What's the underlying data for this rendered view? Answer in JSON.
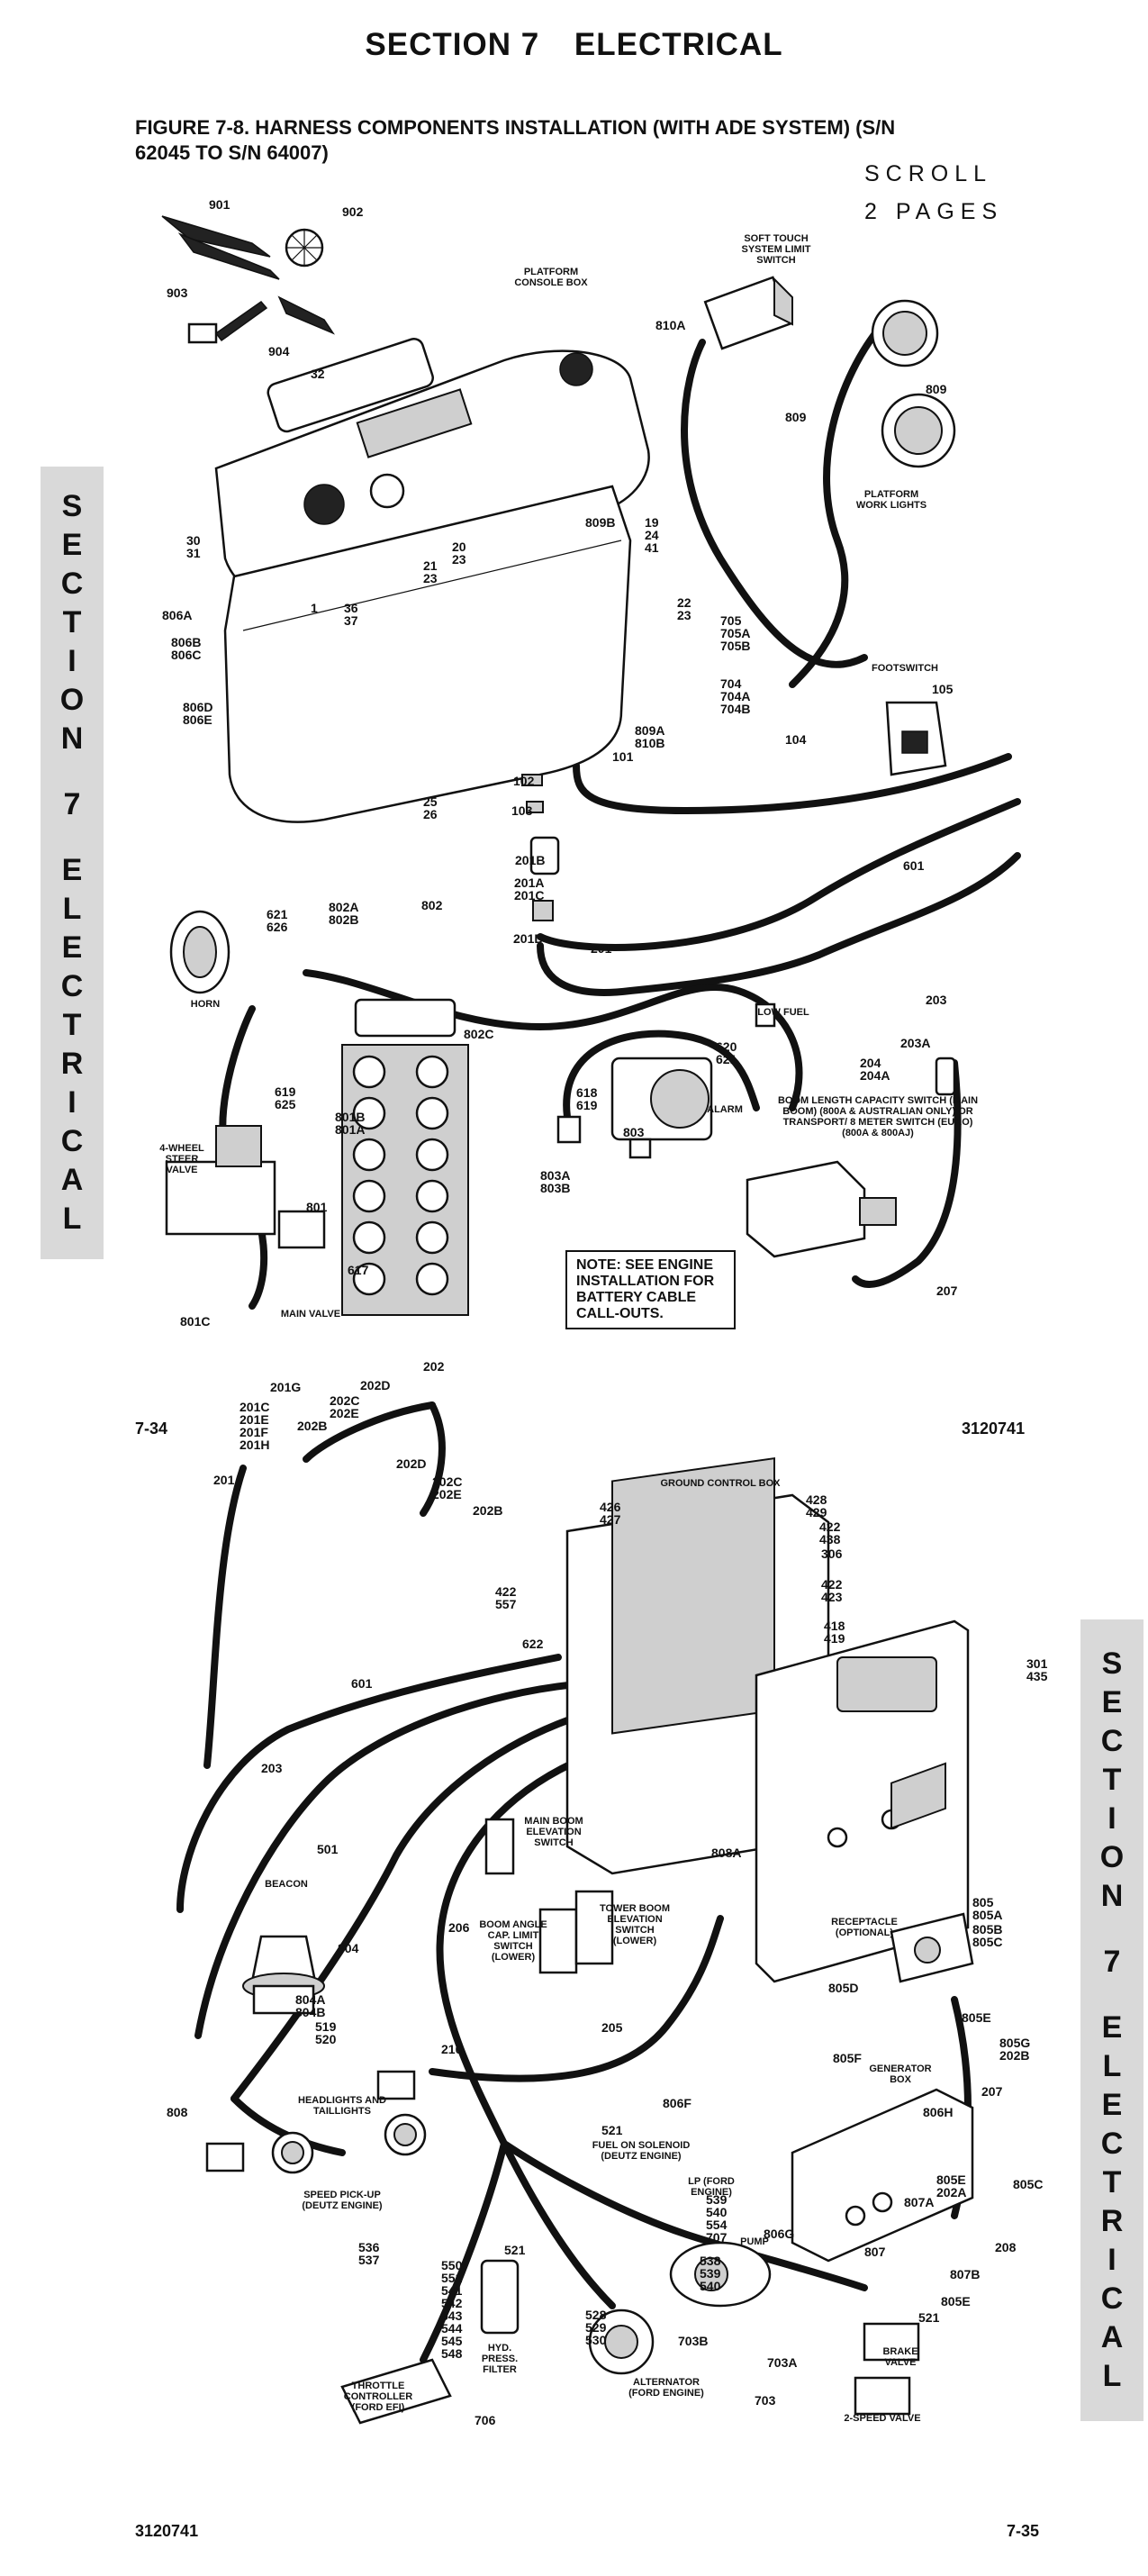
{
  "header": {
    "section": "SECTION 7",
    "title": "ELECTRICAL"
  },
  "figure_title": "FIGURE 7-8. HARNESS COMPONENTS INSTALLATION (WITH ADE SYSTEM) (S/N 62045 TO S/N 64007)",
  "scroll": {
    "line1": "SCROLL",
    "line2": "2 PAGES"
  },
  "side_tab_left": [
    "S",
    "E",
    "C",
    "T",
    "I",
    "O",
    "N",
    "",
    "7",
    "",
    "E",
    "L",
    "E",
    "C",
    "T",
    "R",
    "I",
    "C",
    "A",
    "L"
  ],
  "side_tab_right": [
    "S",
    "E",
    "C",
    "T",
    "I",
    "O",
    "N",
    "",
    "7",
    "",
    "E",
    "L",
    "E",
    "C",
    "T",
    "R",
    "I",
    "C",
    "A",
    "L"
  ],
  "page_top_left": "7-34",
  "page_top_right": "3120741",
  "page_bottom_left": "3120741",
  "page_bottom_right": "7-35",
  "note": "NOTE: SEE ENGINE INSTALLATION FOR BATTERY CABLE CALL-OUTS.",
  "labels": {
    "platform_console_box": "PLATFORM CONSOLE BOX",
    "soft_touch": "SOFT TOUCH SYSTEM LIMIT SWITCH",
    "platform_work_lights": "PLATFORM WORK LIGHTS",
    "footswitch": "FOOTSWITCH",
    "horn": "HORN",
    "low_fuel": "LOW FUEL",
    "alarm": "ALARM",
    "four_wheel_steer": "4-WHEEL STEER VALVE",
    "main_valve": "MAIN VALVE",
    "boom_length": "BOOM LENGTH CAPACITY SWITCH (MAIN BOOM) (800A & AUSTRALIAN ONLY) OR TRANSPORT/ 8 METER SWITCH (EURO) (800A & 800AJ)",
    "ground_control_box": "GROUND CONTROL BOX",
    "beacon": "BEACON",
    "main_boom_elev": "MAIN BOOM ELEVATION SWITCH",
    "boom_angle": "BOOM ANGLE CAP. LIMIT SWITCH (LOWER)",
    "tower_boom": "TOWER BOOM ELEVATION SWITCH (LOWER)",
    "receptacle": "RECEPTACLE (OPTIONAL)",
    "generator_box": "GENERATOR BOX",
    "headlights": "HEADLIGHTS AND TAILLIGHTS",
    "fuel_on": "FUEL ON SOLENOID (DEUTZ ENGINE)",
    "lp": "LP (FORD ENGINE)",
    "speed_pickup": "SPEED PICK-UP (DEUTZ ENGINE)",
    "pump": "PUMP",
    "throttle": "THROTTLE CONTROLLER (FORD EFI)",
    "hyd_filter": "HYD. PRESS. FILTER",
    "alternator": "ALTERNATOR (FORD ENGINE)",
    "brake_valve": "BRAKE VALVE",
    "two_speed": "2-SPEED VALVE"
  },
  "callouts": {
    "c901": "901",
    "c902": "902",
    "c903": "903",
    "c904": "904",
    "c32": "32",
    "c810a": "810A",
    "c809a": "809",
    "c809b": "809",
    "c30_31": "30\n31",
    "c806a": "806A",
    "c806b_c": "806B\n806C",
    "c806d_e": "806D\n806E",
    "c1": "1",
    "c36_37": "36\n37",
    "c21_23": "21\n23",
    "c20_23": "20\n23",
    "c809b_lbl": "809B",
    "c19_24_41": "19\n24\n41",
    "c22_23": "22\n23",
    "c705": "705\n705A\n705B",
    "c704": "704\n704A\n704B",
    "c809a_810b": "809A\n810B",
    "c101": "101",
    "c102": "102",
    "c103": "103",
    "c104": "104",
    "c105": "105",
    "c25_26": "25\n26",
    "c201b": "201B",
    "c201a_c": "201A\n201C",
    "c201d": "201D",
    "c201": "201",
    "c601": "601",
    "c621_626": "621\n626",
    "c802a_b": "802A\n802B",
    "c802": "802",
    "c802c": "802C",
    "c620_621": "620\n621",
    "c203": "203",
    "c203a": "203A",
    "c204": "204\n204A",
    "c619_625": "619\n625",
    "c801b_a": "801B\n801A",
    "c801": "801",
    "c617": "617",
    "c801c": "801C",
    "c618_619": "618\n619",
    "c803": "803",
    "c803a_b": "803A\n803B",
    "c207": "207",
    "c202": "202",
    "c201g": "201G",
    "c201c_h": "201C\n201E\n201F\n201H",
    "c202b": "202B",
    "c202c_e": "202C\n202E",
    "c202d": "202D",
    "c201_lower": "201",
    "c202d_2": "202D",
    "c202c_e2": "202C\n202E",
    "c202b_2": "202B",
    "c426_427": "426\n427",
    "c428_429": "428\n429",
    "c422_438": "422\n438",
    "c306": "306",
    "c422_423": "422\n423",
    "c418_419": "418\n419",
    "c422_557": "422\n557",
    "c622": "622",
    "c301_435": "301\n435",
    "c601_lower": "601",
    "c203_lower": "203",
    "c501": "501",
    "c206": "206",
    "c808a": "808A",
    "c805": "805\n805A",
    "c805b_c": "805B\n805C",
    "c804": "804",
    "c804a_b": "804A\n804B",
    "c519_520": "519\n520",
    "c210": "210",
    "c205": "205",
    "c805d": "805D",
    "c805e": "805E",
    "c805g": "805G\n202B",
    "c805f": "805F",
    "c806f": "806F",
    "c806h": "806H",
    "c207_lower": "207",
    "c808": "808",
    "c521": "521",
    "c805e_202a": "805E\n202A",
    "c805c": "805C",
    "c807a": "807A",
    "c539_554": "539\n540\n554\n707",
    "c806g": "806G",
    "c807": "807",
    "c208": "208",
    "c536_537": "536\n537",
    "c550_551": "550\n551",
    "c541_548": "541\n542\n543\n544\n545\n548",
    "c521_b": "521",
    "c538_540": "538\n539\n540",
    "c807b": "807B",
    "c805e_b": "805E",
    "c521_c": "521",
    "c528_530": "528\n529\n530",
    "c703b": "703B",
    "c703a": "703A",
    "c703": "703",
    "c706": "706"
  }
}
